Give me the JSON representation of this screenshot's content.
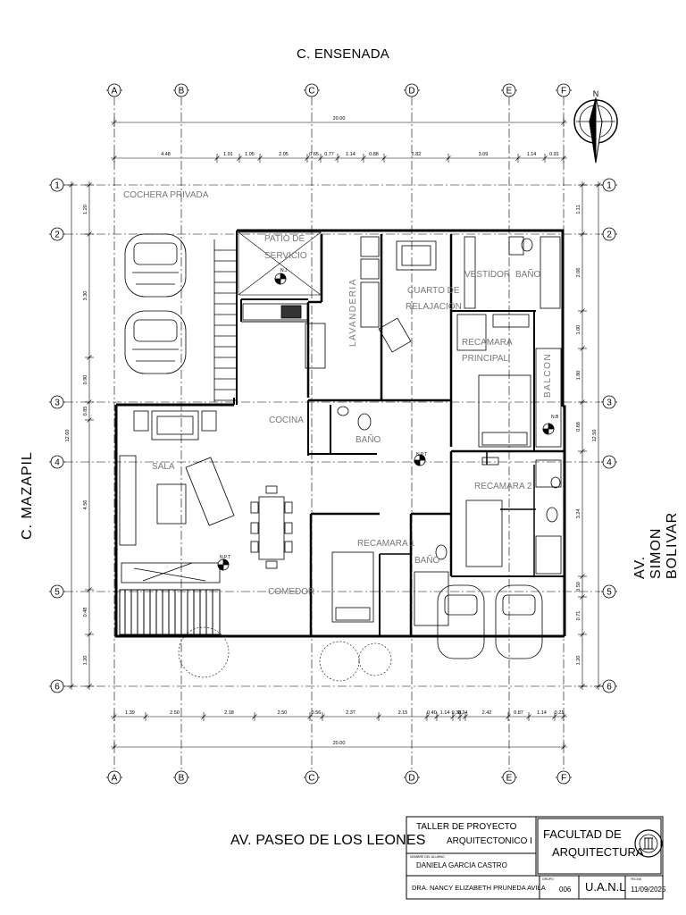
{
  "streets": {
    "north": "C. ENSENADA",
    "south": "AV. PASEO DE LOS LEONES",
    "west": "C. MAZAPIL",
    "east": "AV. SIMON BOLIVAR"
  },
  "axes": {
    "columns": [
      "A",
      "B",
      "C",
      "D",
      "E",
      "F"
    ],
    "rows": [
      "1",
      "2",
      "3",
      "4",
      "5",
      "6"
    ]
  },
  "dimensions": {
    "overall_top": "20.00",
    "overall_bottom": "20.00",
    "top_chain": [
      "4.48",
      "1.01",
      "1.05",
      "2.05",
      "0.65",
      "0.77",
      "1.14",
      "0.88",
      "2.82",
      "3.09",
      "1.14",
      "0.91"
    ],
    "bottom_chain": [
      "1.39",
      "2.50",
      "2.18",
      "2.50",
      "0.56",
      "2.37",
      "2.15",
      "0.40",
      "1.14",
      "0.38",
      "0.24",
      "2.42",
      "0.87",
      "1.14",
      "0.21"
    ],
    "left_chain": [
      "1.20",
      "3.30",
      "0.90",
      "0.85",
      "4.56",
      "0.48",
      "1.20"
    ],
    "left_total": "12.60",
    "right_chain": [
      "1.11",
      "2.06",
      "1.00",
      "1.80",
      "0.68",
      "3.24",
      "0.50",
      "0.71",
      "1.20"
    ],
    "right_total": "12.50"
  },
  "rooms": {
    "cochera": "COCHERA PRIVADA",
    "patio_1": "PATIO DE",
    "patio_2": "SERVICIO",
    "lavanderia": "LAVANDERIA",
    "relajacion_1": "CUARTO DE",
    "relajacion_2": "RELAJACION",
    "vestidor": "VESTIDOR",
    "bano_master": "BAÑO",
    "recamara_principal_1": "RECAMARA",
    "recamara_principal_2": "PRINCIPAL",
    "balcon": "BALCON",
    "cocina": "COCINA",
    "bano_central": "BAÑO",
    "sala": "SALA",
    "recamara_2": "RECAMARA 2",
    "recamara_1": "RECAMARA 1",
    "bano_r1": "BAÑO",
    "comedor": "COMEDOR"
  },
  "levels": {
    "npt": "N.P.T",
    "nb": "N.B",
    "nj": "N.J"
  },
  "title_block": {
    "course_1": "TALLER DE PROYECTO",
    "course_2": "ARQUITECTONICO I",
    "faculty_1": "FACULTAD DE",
    "faculty_2": "ARQUITECTURA",
    "student_caption": "NOMBRE DEL ALUMNO",
    "student": "DANIELA GARCIA CASTRO",
    "teacher": "DRA. NANCY ELIZABETH PRUNEDA AVILA",
    "group_caption": "GRUPO",
    "group": "006",
    "university": "U.A.N.L",
    "date_caption": "FECHA",
    "date": "11/09/2025"
  }
}
